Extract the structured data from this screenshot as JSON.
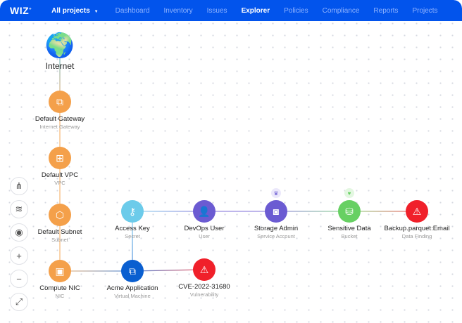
{
  "nav": {
    "logo": "WIZ",
    "projects": "All projects",
    "items": [
      {
        "label": "Dashboard",
        "active": false
      },
      {
        "label": "Inventory",
        "active": false
      },
      {
        "label": "Issues",
        "active": false
      },
      {
        "label": "Explorer",
        "active": true
      },
      {
        "label": "Policies",
        "active": false
      },
      {
        "label": "Compliance",
        "active": false
      },
      {
        "label": "Reports",
        "active": false
      },
      {
        "label": "Projects",
        "active": false
      }
    ]
  },
  "graph": {
    "nodes": [
      {
        "id": "internet",
        "title": "Internet",
        "subtitle": "",
        "color": "#2aa7c9",
        "icon": "globe-icon"
      },
      {
        "id": "gateway",
        "title": "Default Gateway",
        "subtitle": "Internet Gateway",
        "color": "#f4a04a",
        "icon": "gateway-icon"
      },
      {
        "id": "vpc",
        "title": "Default VPC",
        "subtitle": "VPC",
        "color": "#f4a04a",
        "icon": "network-icon"
      },
      {
        "id": "subnet",
        "title": "Default Subnet",
        "subtitle": "Subnet",
        "color": "#f4a04a",
        "icon": "subnet-icon"
      },
      {
        "id": "nic",
        "title": "Compute NIC",
        "subtitle": "NIC",
        "color": "#f4a04a",
        "icon": "nic-icon"
      },
      {
        "id": "key",
        "title": "Access Key",
        "subtitle": "Secret",
        "color": "#6ccbea",
        "icon": "key-icon"
      },
      {
        "id": "user",
        "title": "DevOps User",
        "subtitle": "User",
        "color": "#6b5bd2",
        "icon": "user-icon"
      },
      {
        "id": "sa",
        "title": "Storage Admin",
        "subtitle": "Service Account",
        "color": "#6b5bd2",
        "icon": "robot-icon",
        "badge": "crown-icon"
      },
      {
        "id": "bucket",
        "title": "Sensitive Data",
        "subtitle": "Bucket",
        "color": "#67d063",
        "icon": "bucket-icon",
        "badge": "heart-icon"
      },
      {
        "id": "finding",
        "title": "Backup.parquet:Email",
        "subtitle": "Data Finding",
        "color": "#f0202a",
        "icon": "warning-icon"
      },
      {
        "id": "vm",
        "title": "Acme Application",
        "subtitle": "Virtual Machine",
        "color": "#0a5fd0",
        "icon": "vm-icon"
      },
      {
        "id": "cve",
        "title": "CVE-2022-31680",
        "subtitle": "Vulnerability",
        "color": "#f0202a",
        "icon": "warning-icon"
      }
    ],
    "edges": [
      [
        "internet",
        "gateway"
      ],
      [
        "gateway",
        "vpc"
      ],
      [
        "vpc",
        "subnet"
      ],
      [
        "subnet",
        "nic"
      ],
      [
        "nic",
        "vm"
      ],
      [
        "vm",
        "key"
      ],
      [
        "vm",
        "cve"
      ],
      [
        "key",
        "user"
      ],
      [
        "user",
        "sa"
      ],
      [
        "sa",
        "bucket"
      ],
      [
        "bucket",
        "finding"
      ]
    ]
  },
  "toolbar": [
    {
      "name": "hierarchy-icon",
      "glyph": "⋔"
    },
    {
      "name": "layers-icon",
      "glyph": "≋"
    },
    {
      "name": "focus-icon",
      "glyph": "◉"
    },
    {
      "name": "zoom-in-icon",
      "glyph": "+"
    },
    {
      "name": "zoom-out-icon",
      "glyph": "−"
    },
    {
      "name": "expand-icon",
      "glyph": "⤢"
    }
  ]
}
